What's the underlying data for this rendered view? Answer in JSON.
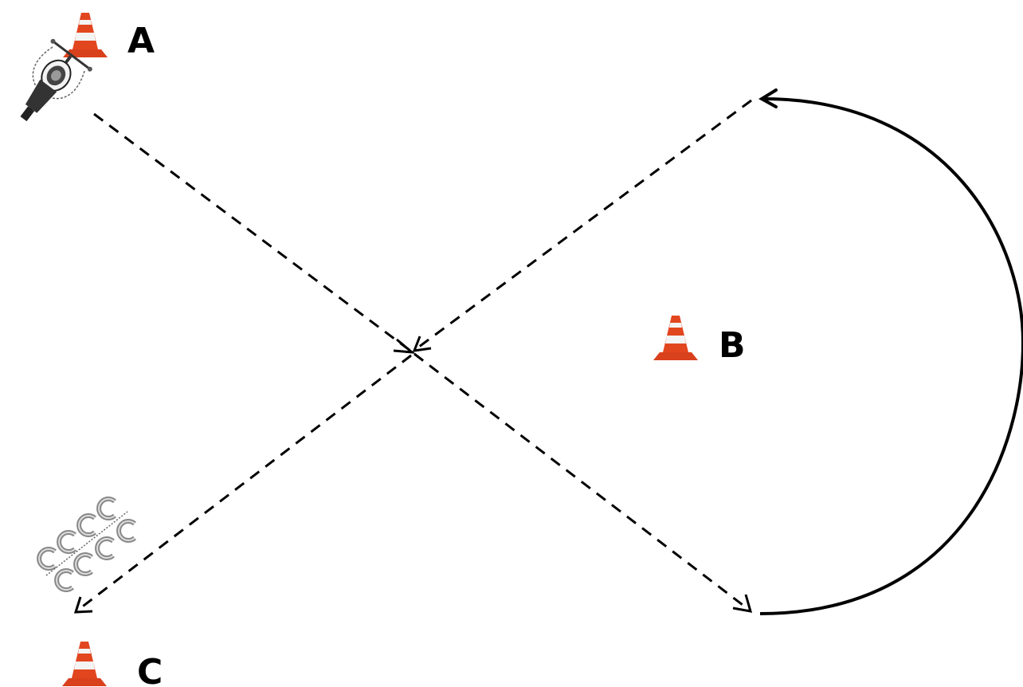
{
  "points": {
    "a": {
      "label": "A"
    },
    "b": {
      "label": "B"
    },
    "c": {
      "label": "C"
    }
  },
  "icons": {
    "cone": "traffic-cone-icon",
    "motorcycle": "motorcycle-icon",
    "tires": "tire-stack-icon"
  },
  "colors": {
    "cone_orange": "#e2461f",
    "cone_stripe": "#f4f4f4",
    "path": "#000000"
  }
}
